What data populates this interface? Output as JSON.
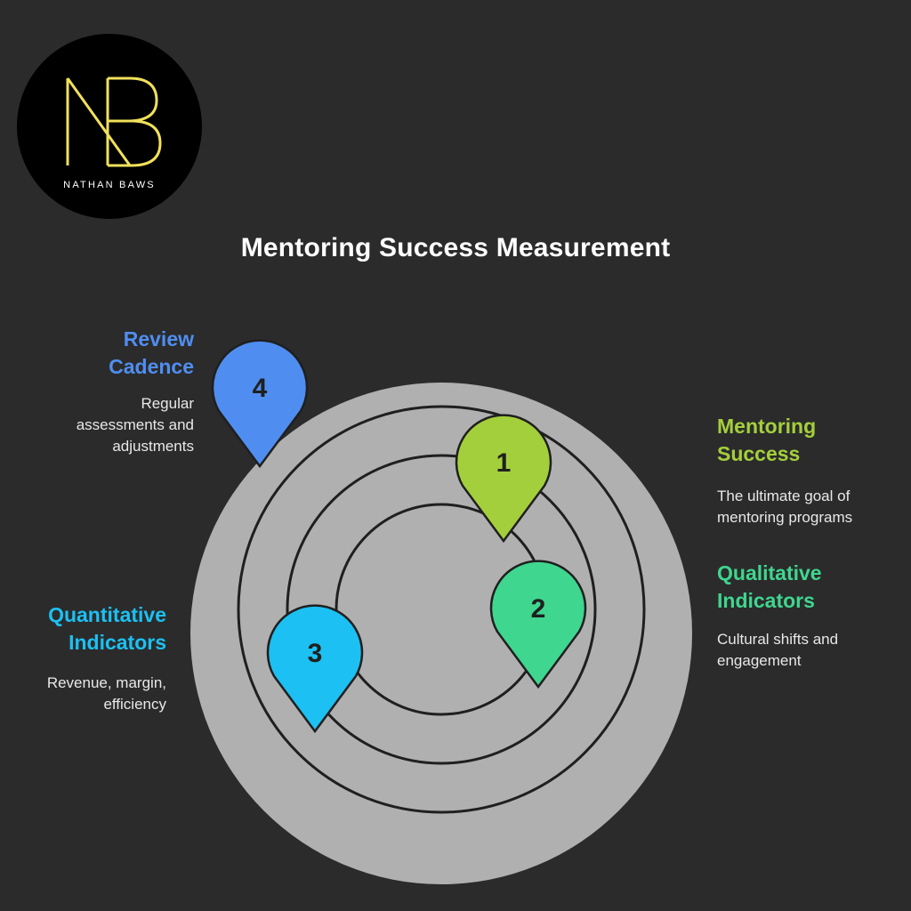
{
  "logo": {
    "monogram_left": "N",
    "monogram_right": "B",
    "brand_name": "NATHAN BAWS"
  },
  "title": "Mentoring Success Measurement",
  "colors": {
    "background": "#2b2b2b",
    "rings": "#b0b0b0",
    "logo_gold": "#f1e15b",
    "mentoring_success": "#a4cf3c",
    "qualitative": "#3fd68f",
    "quantitative": "#1cc0f2",
    "review": "#4f8ef0"
  },
  "pins": [
    {
      "number": "1",
      "color": "#a4cf3c"
    },
    {
      "number": "2",
      "color": "#3fd68f"
    },
    {
      "number": "3",
      "color": "#1cc0f2"
    },
    {
      "number": "4",
      "color": "#4f8ef0"
    }
  ],
  "items": {
    "mentoring_success": {
      "heading_line1": "Mentoring",
      "heading_line2": "Success",
      "desc_line1": "The ultimate goal of",
      "desc_line2": "mentoring programs"
    },
    "qualitative": {
      "heading_line1": "Qualitative",
      "heading_line2": "Indicators",
      "desc_line1": "Cultural shifts and",
      "desc_line2": "engagement"
    },
    "quantitative": {
      "heading_line1": "Quantitative",
      "heading_line2": "Indicators",
      "desc_line1": "Revenue, margin,",
      "desc_line2": "efficiency"
    },
    "review": {
      "heading_line1": "Review",
      "heading_line2": "Cadence",
      "desc_line1": "Regular",
      "desc_line2": "assessments and",
      "desc_line3": "adjustments"
    }
  }
}
